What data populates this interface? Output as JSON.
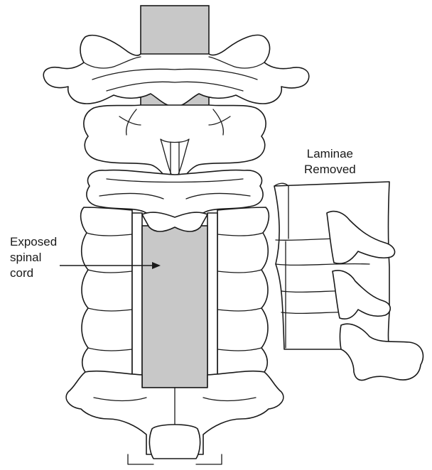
{
  "colors": {
    "cord_fill": "#c8c8c8",
    "outline": "#1a1a1a",
    "bone_fill": "#ffffff"
  },
  "labels": {
    "laminae_line1": "Laminae",
    "laminae_line2": "Removed",
    "cord_line1": "Exposed",
    "cord_line2": "spinal",
    "cord_line3": "cord"
  }
}
